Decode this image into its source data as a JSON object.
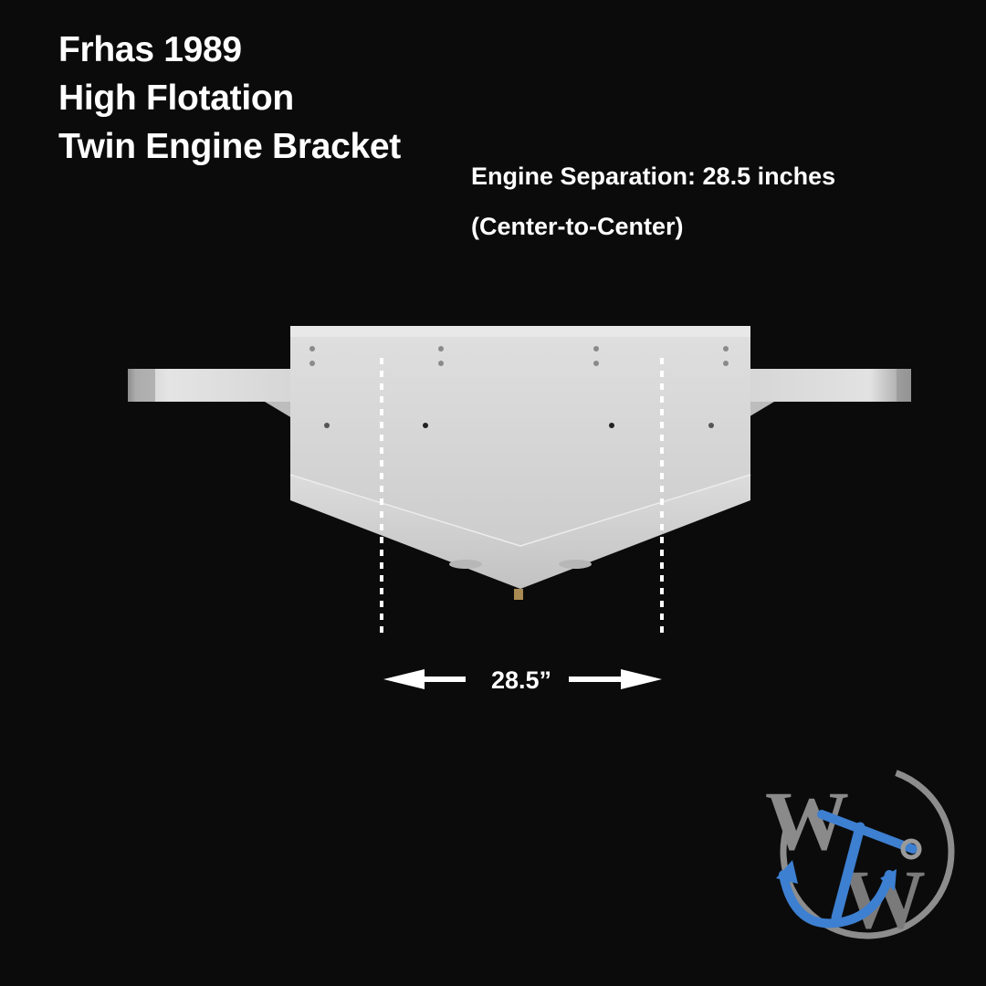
{
  "title": {
    "line1": "Frhas 1989",
    "line2": "High Flotation",
    "line3": "Twin Engine Bracket"
  },
  "spec": {
    "separation": "Engine Separation: 28.5 inches",
    "note": "(Center-to-Center)"
  },
  "dimension": {
    "label": "28.5”"
  },
  "logo": {
    "letters": "WW",
    "icon": "anchor-icon"
  },
  "colors": {
    "background": "#0b0b0b",
    "text": "#ffffff",
    "bracket": "#d4d4d4",
    "anchor": "#3d7fd0"
  }
}
